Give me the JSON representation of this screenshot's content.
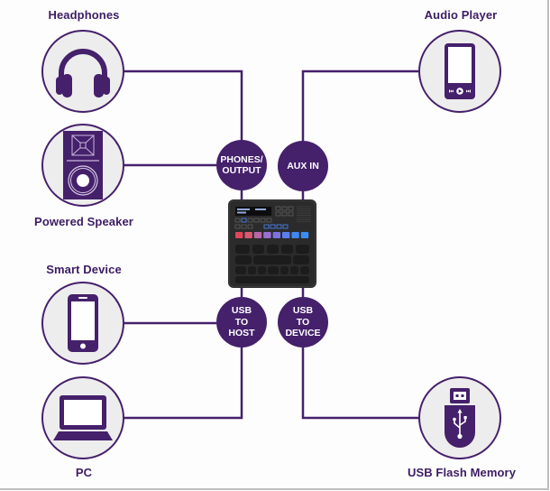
{
  "colors": {
    "brand_purple": "#45206b",
    "label_purple": "#3d1c63",
    "circle_fill": "#ededed",
    "background": "#ffffff",
    "unit_body": "#2b2b2b"
  },
  "devices": {
    "headphones": {
      "label": "Headphones",
      "icon": "headphones-icon"
    },
    "powered_speaker": {
      "label": "Powered Speaker",
      "icon": "speaker-icon"
    },
    "smart_device": {
      "label": "Smart Device",
      "icon": "smartphone-icon"
    },
    "pc": {
      "label": "PC",
      "icon": "laptop-icon"
    },
    "audio_player": {
      "label": "Audio Player",
      "icon": "audio-player-icon"
    },
    "usb_flash": {
      "label": "USB Flash Memory",
      "icon": "usb-flash-drive-icon"
    }
  },
  "ports": {
    "phones_output": {
      "lines": [
        "PHONES/",
        "OUTPUT"
      ]
    },
    "aux_in": {
      "lines": [
        "AUX IN"
      ]
    },
    "usb_to_host": {
      "lines": [
        "USB",
        "TO",
        "HOST"
      ]
    },
    "usb_to_device": {
      "lines": [
        "USB",
        "TO",
        "DEVICE"
      ]
    }
  },
  "center_unit": {
    "name": "instrument-unit",
    "pad_colors": [
      "#e0455a",
      "#d85a72",
      "#b866a8",
      "#9b6fd0",
      "#7b72e0",
      "#5a7ef0",
      "#3f86f2",
      "#3a8cf5"
    ]
  }
}
